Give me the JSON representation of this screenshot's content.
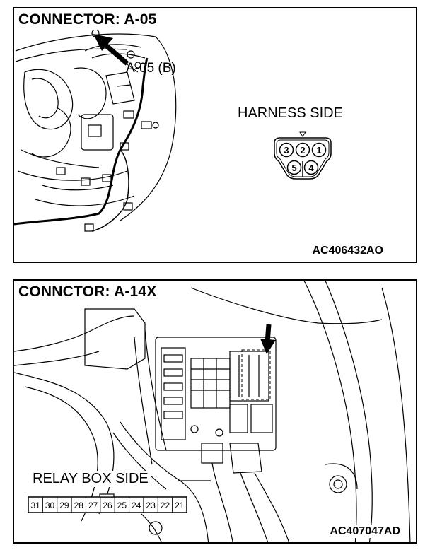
{
  "panel_top": {
    "title": "CONNECTOR: A-05",
    "callout": "A-05 (B)",
    "side_label": "HARNESS SIDE",
    "pins_top": [
      "3",
      "2",
      "1"
    ],
    "pins_bottom": [
      "5",
      "4"
    ],
    "figure_code": "AC406432AO"
  },
  "panel_bottom": {
    "title": "CONNCTOR: A-14X",
    "side_label": "RELAY BOX SIDE",
    "relay_terminals": [
      "31",
      "30",
      "29",
      "28",
      "27",
      "26",
      "25",
      "24",
      "23",
      "22",
      "21"
    ],
    "figure_code": "AC407047AD"
  }
}
